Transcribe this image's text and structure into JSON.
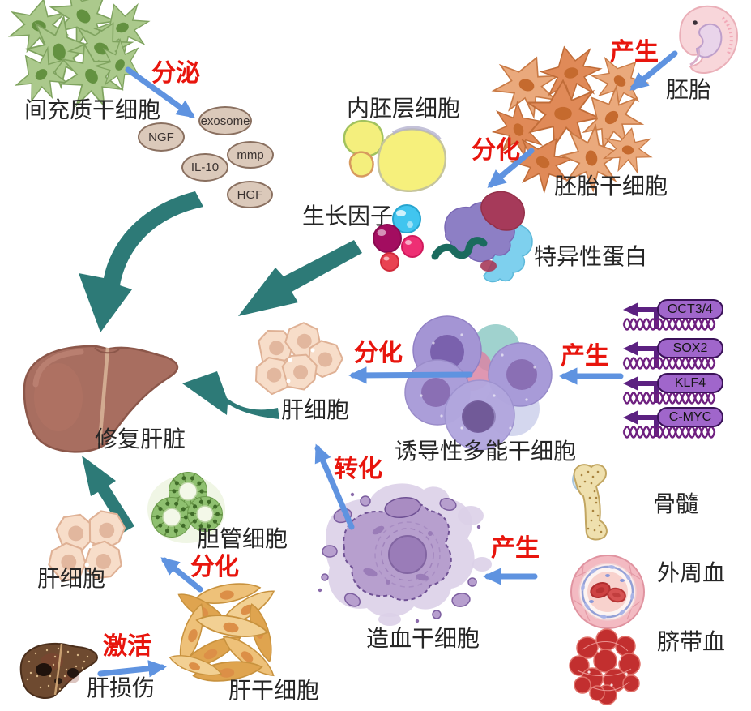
{
  "labels": {
    "mesenchymal": "间充质干细胞",
    "secrete": "分泌",
    "endoderm": "内胚层细胞",
    "embryo": "胚胎",
    "produce_embryo": "产生",
    "embryonic_sc": "胚胎干细胞",
    "differentiate_esc": "分化",
    "growth_factor": "生长因子",
    "specific_protein": "特异性蛋白",
    "repair_liver": "修复肝脏",
    "hepatocyte_mid": "肝细胞",
    "differentiate_ipsc": "分化",
    "ipsc": "诱导性多能干细胞",
    "produce_ipsc": "产生",
    "transform": "转化",
    "hsc": "造血干细胞",
    "produce_hsc": "产生",
    "bone_marrow": "骨髓",
    "peripheral_blood": "外周血",
    "cord_blood": "脐带血",
    "hepatocyte_bottom": "肝细胞",
    "bile_duct": "胆管细胞",
    "differentiate_lsc": "分化",
    "liver_injury": "肝损伤",
    "activate": "激活",
    "liver_sc": "肝干细胞"
  },
  "molecules": [
    "exosome",
    "NGF",
    "mmp",
    "IL-10",
    "HGF"
  ],
  "genes": [
    "OCT3/4",
    "SOX2",
    "KLF4",
    "C-MYC"
  ],
  "colors": {
    "action_red": "#e8150d",
    "arrow_blue": "#5f93e0",
    "arrow_teal": "#2d7a77",
    "gene_pill_purple": "#a066cb",
    "dna_purple": "#6f2080"
  }
}
